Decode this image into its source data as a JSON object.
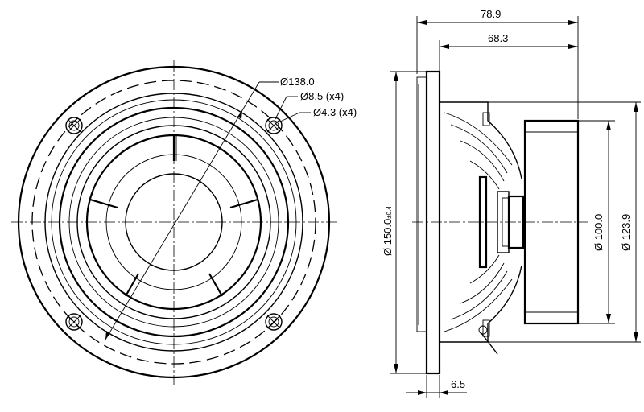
{
  "front_view": {
    "dimensions": {
      "cutout_diameter": "Ø138.0",
      "mount_hole": "Ø8.5 (x4)",
      "screw_hole": "Ø4.3 (x4)"
    }
  },
  "side_view": {
    "dimensions": {
      "overall_depth": "78.9",
      "depth_behind_flange": "68.3",
      "flange_thickness": "6.5",
      "frame_diameter_main": "Ø 150.0",
      "frame_diameter_tol": "±0.4",
      "magnet_diameter": "Ø 100.0",
      "basket_diameter": "Ø 123.9"
    }
  }
}
